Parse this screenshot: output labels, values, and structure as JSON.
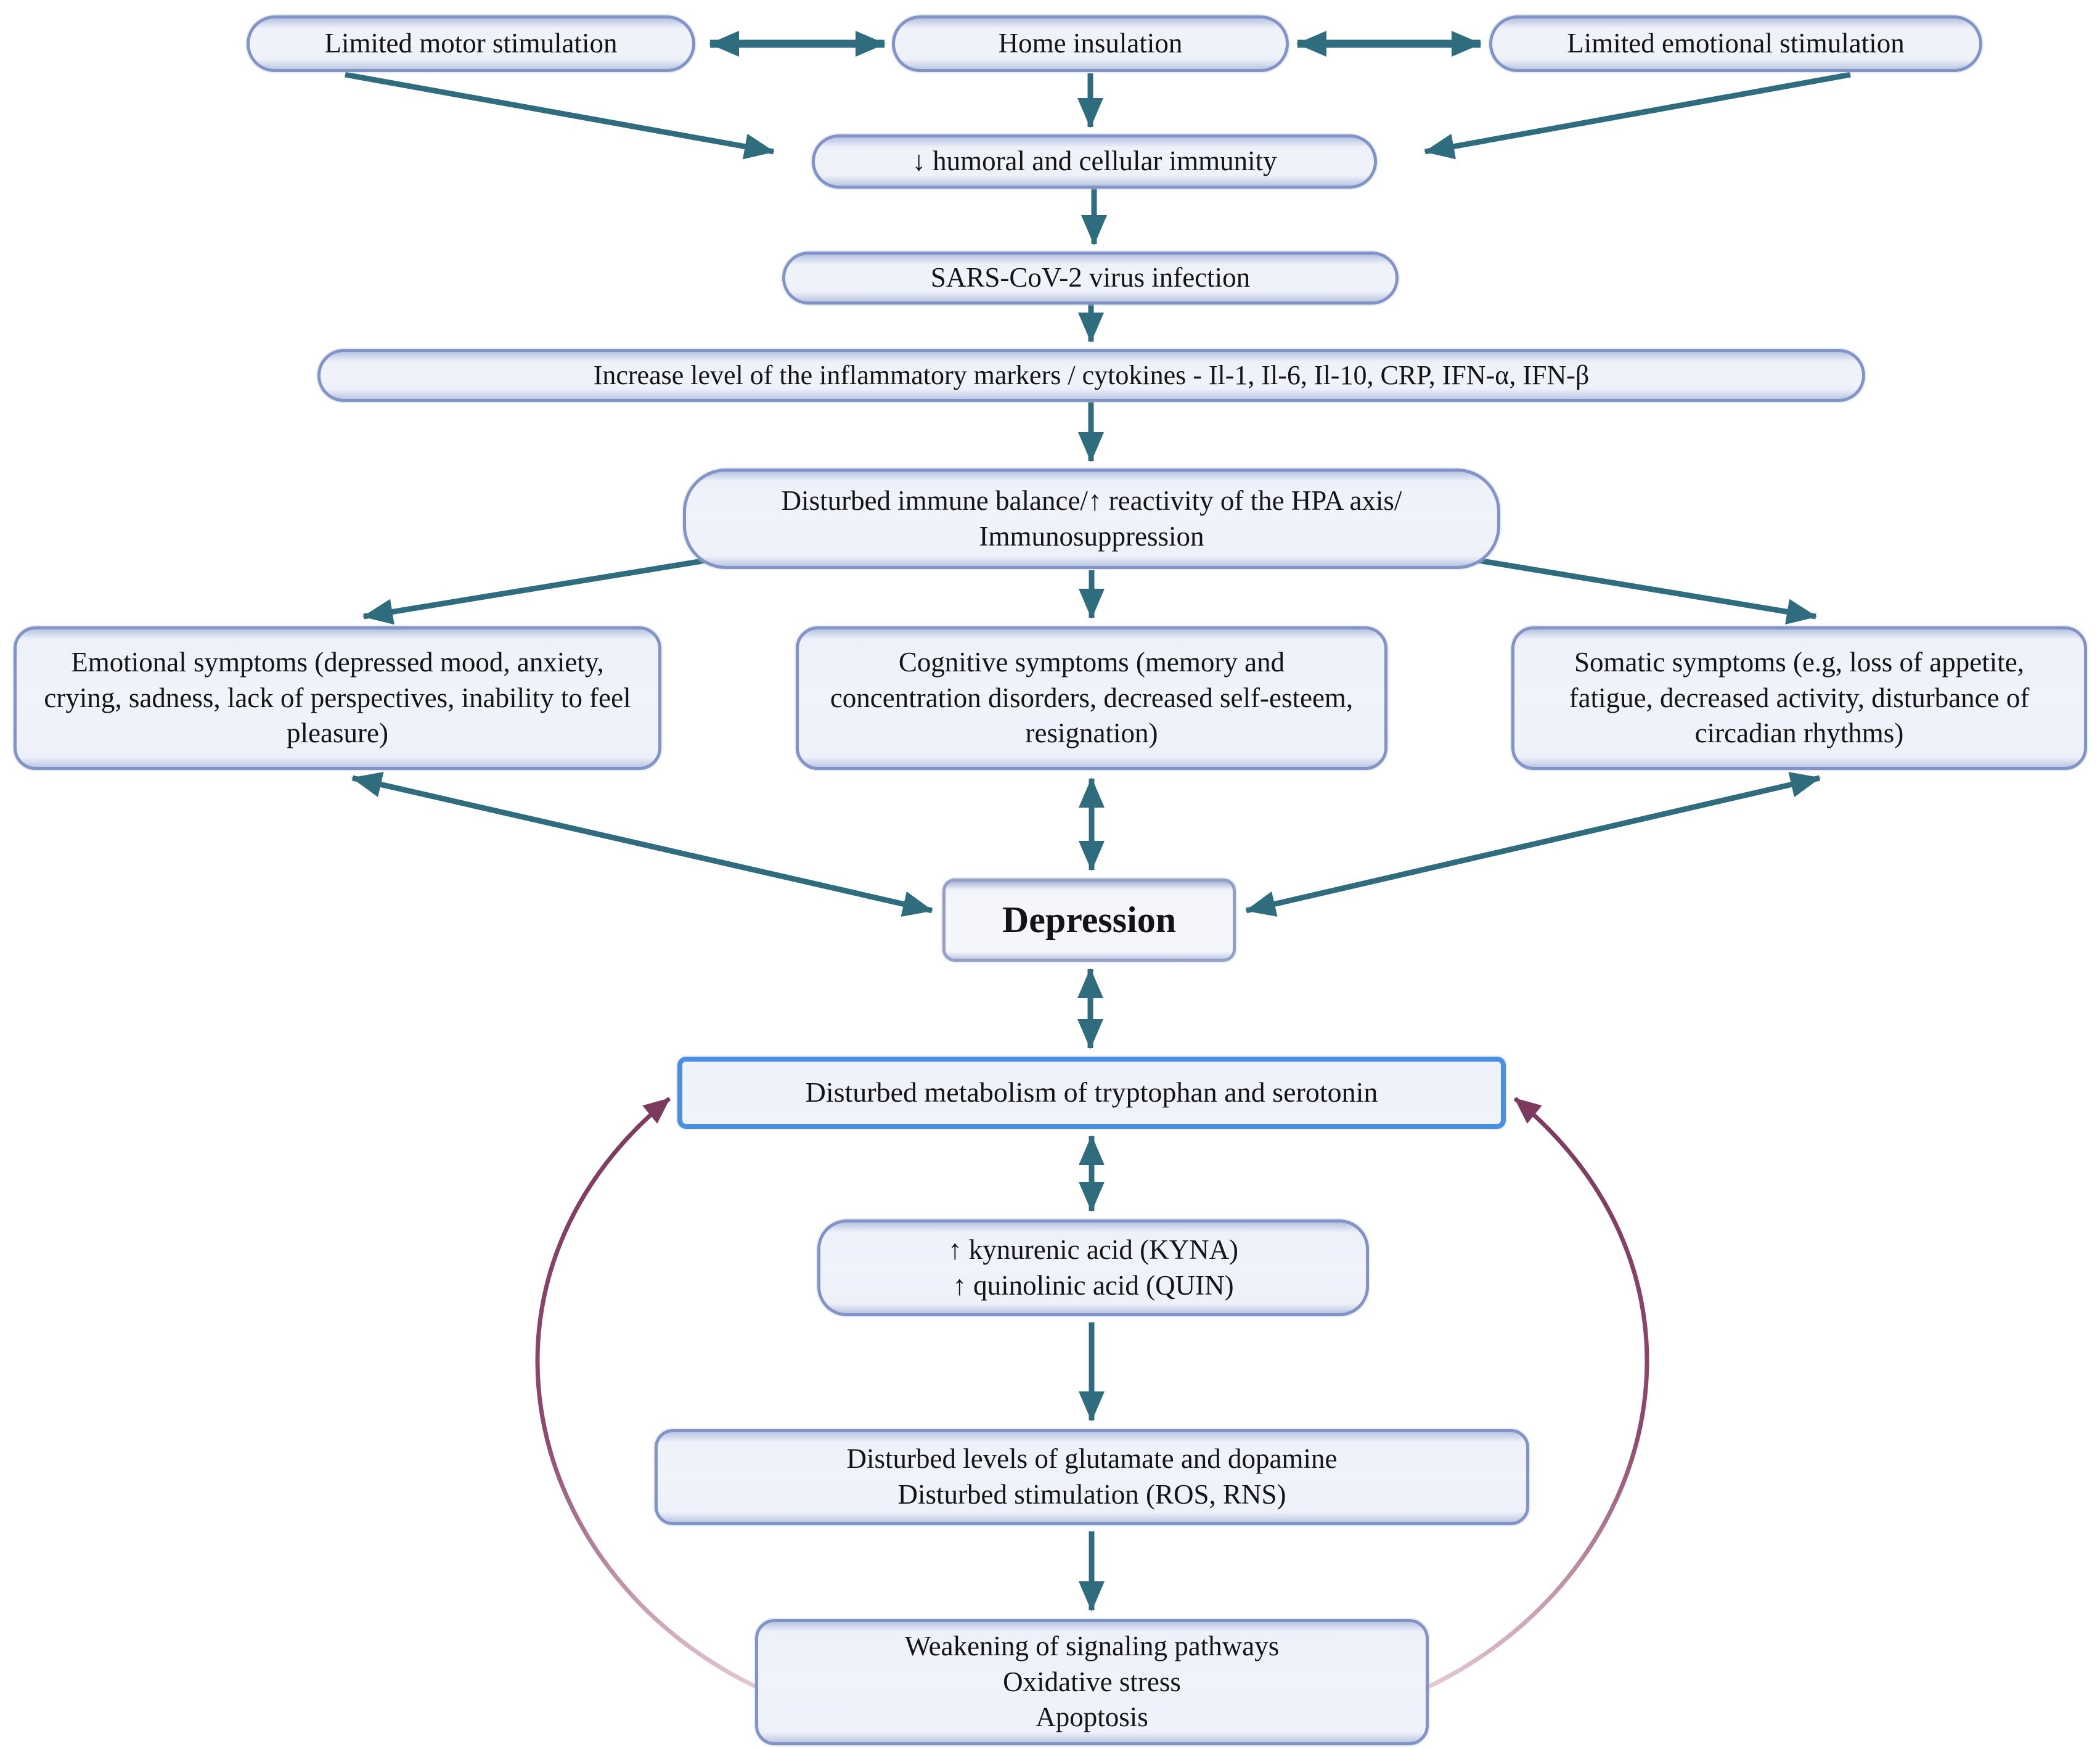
{
  "title": "Pathway from home insulation to depression and disturbed neurochemistry",
  "colors": {
    "arrow_teal": "#2f6c7d",
    "arrow_maroon": "#7c3b5e",
    "arrow_maroon_faded": "#ecd5e0",
    "box_border": "#8293c5",
    "box_fill": "#eef1f9",
    "highlight_border": "#4a8fe0",
    "text": "#141414"
  },
  "nodes": {
    "limited_motor": {
      "text": "Limited motor stimulation"
    },
    "home_insulation": {
      "text": "Home insulation"
    },
    "limited_emotional": {
      "text": "Limited emotional stimulation"
    },
    "humoral": {
      "text": "↓ humoral and cellular immunity"
    },
    "sars": {
      "text": "SARS-CoV-2 virus infection"
    },
    "increase": {
      "text": "Increase level of the inflammatory markers / cytokines - Il-1, Il-6, Il-10, CRP, IFN-α, IFN-β"
    },
    "immune": {
      "text": "Disturbed immune balance/↑ reactivity of the HPA axis/ Immunosuppression"
    },
    "emotional": {
      "text": "Emotional symptoms (depressed mood, anxiety, crying, sadness, lack of perspectives, inability to feel pleasure)"
    },
    "cognitive": {
      "text": "Cognitive symptoms (memory and concentration disorders, decreased self-esteem, resignation)"
    },
    "somatic": {
      "text": "Somatic symptoms (e.g, loss of appetite, fatigue, decreased activity, disturbance of circadian rhythms)"
    },
    "depression": {
      "text": "Depression"
    },
    "tryptophan": {
      "text": "Disturbed metabolism of tryptophan and serotonin"
    },
    "kyna": {
      "lines": [
        "↑ kynurenic acid (KYNA)",
        "↑ quinolinic acid (QUIN)"
      ]
    },
    "glutamate": {
      "lines": [
        "Disturbed levels of glutamate and dopamine",
        "Disturbed stimulation (ROS, RNS)"
      ]
    },
    "weakening": {
      "lines": [
        "Weakening of signaling pathways",
        "Oxidative stress",
        "Apoptosis"
      ]
    }
  },
  "edges": [
    {
      "from": "limited_motor",
      "to": "home_insulation",
      "direction": "both",
      "color": "teal"
    },
    {
      "from": "home_insulation",
      "to": "limited_emotional",
      "direction": "both",
      "color": "teal"
    },
    {
      "from": "home_insulation",
      "to": "humoral",
      "direction": "forward",
      "color": "teal"
    },
    {
      "from": "limited_motor",
      "to": "humoral",
      "direction": "forward",
      "color": "teal"
    },
    {
      "from": "limited_emotional",
      "to": "humoral",
      "direction": "forward",
      "color": "teal"
    },
    {
      "from": "humoral",
      "to": "sars",
      "direction": "forward",
      "color": "teal"
    },
    {
      "from": "sars",
      "to": "increase",
      "direction": "forward",
      "color": "teal"
    },
    {
      "from": "increase",
      "to": "immune",
      "direction": "forward",
      "color": "teal"
    },
    {
      "from": "immune",
      "to": "emotional",
      "direction": "forward",
      "color": "teal"
    },
    {
      "from": "immune",
      "to": "cognitive",
      "direction": "forward",
      "color": "teal"
    },
    {
      "from": "immune",
      "to": "somatic",
      "direction": "forward",
      "color": "teal"
    },
    {
      "from": "emotional",
      "to": "depression",
      "direction": "both",
      "color": "teal"
    },
    {
      "from": "cognitive",
      "to": "depression",
      "direction": "both",
      "color": "teal"
    },
    {
      "from": "somatic",
      "to": "depression",
      "direction": "both",
      "color": "teal"
    },
    {
      "from": "depression",
      "to": "tryptophan",
      "direction": "both",
      "color": "teal"
    },
    {
      "from": "tryptophan",
      "to": "kyna",
      "direction": "both",
      "color": "teal"
    },
    {
      "from": "kyna",
      "to": "glutamate",
      "direction": "forward",
      "color": "teal"
    },
    {
      "from": "glutamate",
      "to": "weakening",
      "direction": "forward",
      "color": "teal"
    },
    {
      "from": "weakening",
      "to": "tryptophan",
      "direction": "forward",
      "color": "maroon",
      "side": "left"
    },
    {
      "from": "weakening",
      "to": "tryptophan",
      "direction": "forward",
      "color": "maroon",
      "side": "right"
    }
  ]
}
